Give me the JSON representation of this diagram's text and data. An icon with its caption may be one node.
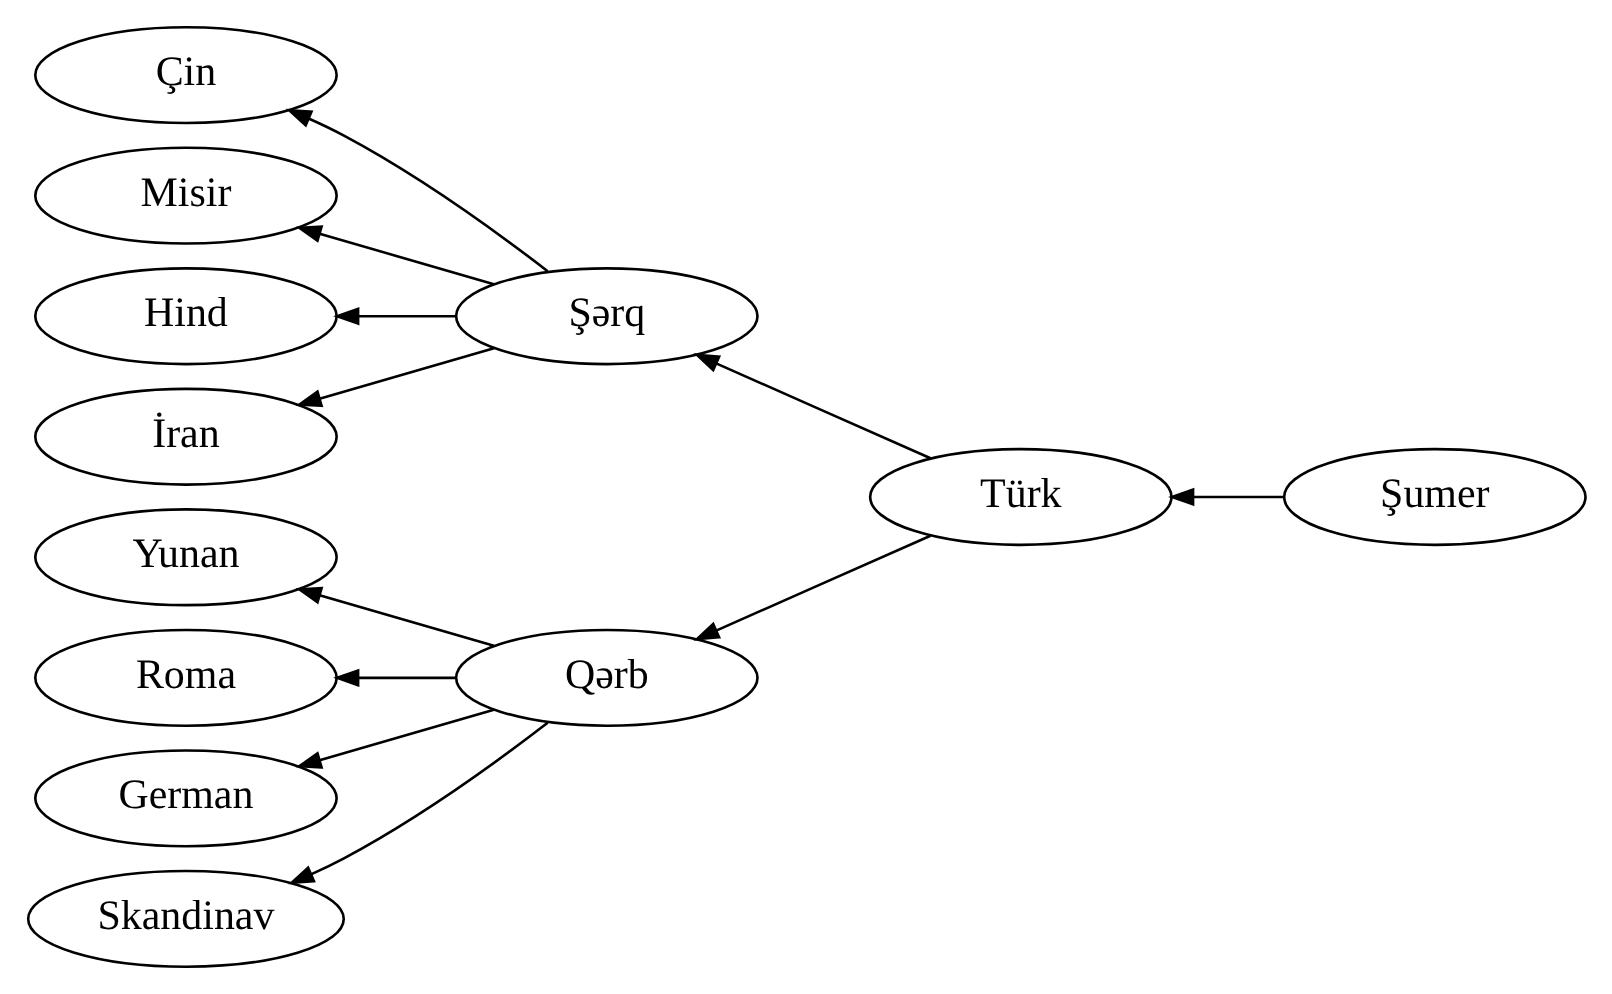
{
  "diagram": {
    "nodes": [
      {
        "text": [
          "Çin"
        ]
      },
      {
        "text": [
          "Misir"
        ]
      },
      {
        "text": [
          "Hind"
        ]
      },
      {
        "text": [
          "İran"
        ]
      },
      {
        "text": [
          "Şərq"
        ]
      },
      {
        "text": [
          "Türk"
        ]
      },
      {
        "text": [
          "Şumer"
        ]
      },
      {
        "text": [
          "Yunan"
        ]
      },
      {
        "text": [
          "Roma"
        ]
      },
      {
        "text": [
          "Qərb"
        ]
      },
      {
        "text": [
          "German"
        ]
      },
      {
        "text": [
          "Skandinav"
        ]
      }
    ],
    "edges": [
      {
        "from": 6,
        "to": 5,
        "arrow": "to"
      },
      {
        "from": 5,
        "to": 4,
        "arrow": "to"
      },
      {
        "from": 5,
        "to": 9,
        "arrow": "to"
      },
      {
        "from": 4,
        "to": 0,
        "arrow": "to"
      },
      {
        "from": 4,
        "to": 1,
        "arrow": "to"
      },
      {
        "from": 4,
        "to": 2,
        "arrow": "to"
      },
      {
        "from": 4,
        "to": 3,
        "arrow": "to"
      },
      {
        "from": 9,
        "to": 7,
        "arrow": "to"
      },
      {
        "from": 9,
        "to": 8,
        "arrow": "to"
      },
      {
        "from": 9,
        "to": 10,
        "arrow": "to"
      },
      {
        "from": 9,
        "to": 11,
        "arrow": "to"
      }
    ]
  }
}
